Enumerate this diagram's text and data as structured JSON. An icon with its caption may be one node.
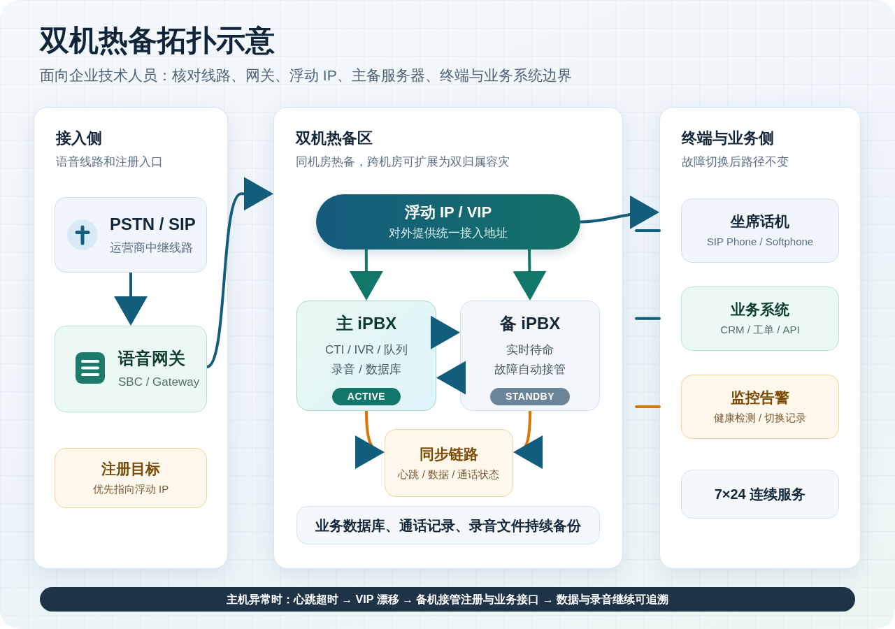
{
  "diagram": {
    "title": "双机热备拓扑示意",
    "caption": "面向企业技术人员：核对线路、网关、浮动 IP、主备服务器、终端与业务系统边界",
    "nodes": [
      {
        "text": [
          "接入侧",
          "语音线路和注册入口"
        ]
      },
      {
        "text": [
          "PSTN / SIP",
          "运营商中继线路"
        ],
        "in": 0
      },
      {
        "text": [
          "语音网关",
          "SBC / Gateway"
        ],
        "in": 0
      },
      {
        "text": [
          "注册目标",
          "优先指向浮动 IP"
        ],
        "in": 0
      },
      {
        "text": [
          "双机热备区",
          "同机房热备，跨机房可扩展为双归属容灾"
        ]
      },
      {
        "text": [
          "浮动 IP / VIP",
          "对外提供统一接入地址"
        ],
        "in": 4
      },
      {
        "text": [
          "主 iPBX",
          "CTI / IVR / 队列",
          "录音 / 数据库",
          "ACTIVE"
        ],
        "in": 4
      },
      {
        "text": [
          "备 iPBX",
          "实时待命",
          "故障自动接管",
          "STANDBY"
        ],
        "in": 4
      },
      {
        "text": [
          "同步链路",
          "心跳 / 数据 / 通话状态"
        ],
        "in": 4
      },
      {
        "text": [
          "业务数据库、通话记录、录音文件持续备份"
        ],
        "in": 4
      },
      {
        "text": [
          "终端与业务侧",
          "故障切换后路径不变"
        ]
      },
      {
        "text": [
          "坐席话机",
          "SIP Phone / Softphone"
        ],
        "in": 10
      },
      {
        "text": [
          "业务系统",
          "CRM / 工单 / API"
        ],
        "in": 10
      },
      {
        "text": [
          "监控告警",
          "健康检测 / 切换记录"
        ],
        "in": 10
      },
      {
        "text": [
          "7×24 连续服务"
        ],
        "in": 10
      },
      {
        "text": [
          "主机异常时：心跳超时 → VIP 漂移 → 备机接管注册与业务接口 → 数据与录音继续可追溯"
        ]
      }
    ],
    "edges": [
      {
        "from": 1,
        "to": 2,
        "arrow": "to"
      },
      {
        "from": 2,
        "to": 4,
        "arrow": "to"
      },
      {
        "from": 5,
        "to": 6,
        "arrow": "to",
        "color": "#12776a"
      },
      {
        "from": 5,
        "to": 7,
        "arrow": "to",
        "color": "#12776a"
      },
      {
        "from": 6,
        "to": 7,
        "arrow": "to"
      },
      {
        "from": 7,
        "to": 6,
        "arrow": "to"
      },
      {
        "from": 6,
        "to": 8,
        "arrow": "to",
        "color": "#d97706"
      },
      {
        "from": 7,
        "to": 8,
        "arrow": "to",
        "color": "#d97706"
      },
      {
        "from": 5,
        "to": 10,
        "arrow": "to"
      },
      {
        "from": null,
        "to": 10,
        "arrow": "none"
      },
      {
        "from": null,
        "to": 10,
        "arrow": "none"
      },
      {
        "from": null,
        "to": 10,
        "arrow": "none",
        "color": "#d97706"
      }
    ]
  }
}
